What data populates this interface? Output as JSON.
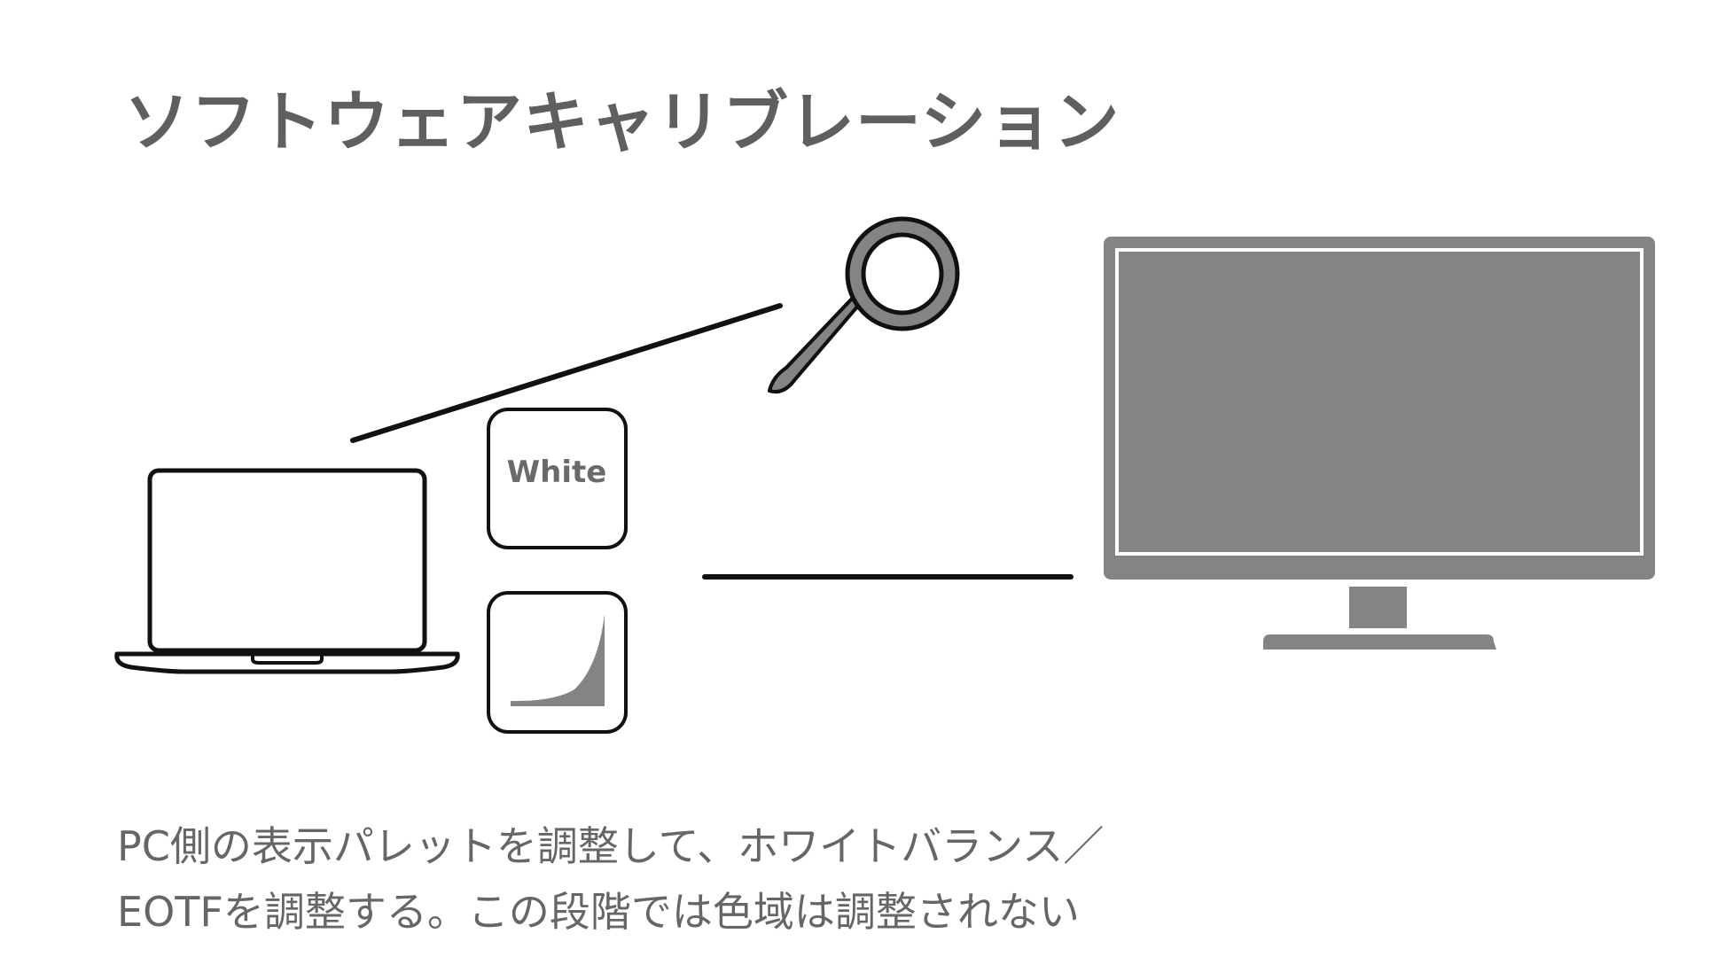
{
  "title": "ソフトウェアキャリブレーション",
  "white_box_label": "White",
  "caption": {
    "line1": "PC側の表示パレットを調整して、ホワイトバランス／",
    "line2": "EOTFを調整する。この段階では色域は調整されない"
  },
  "icons": {
    "laptop": "laptop-icon",
    "probe": "calibration-probe-icon",
    "white": "white-point-box",
    "curve": "eotf-curve-box",
    "monitor": "monitor-icon"
  },
  "colors": {
    "outline": "#111111",
    "gray_fill": "#848484",
    "title": "#5f5f5f",
    "text": "#666666"
  }
}
